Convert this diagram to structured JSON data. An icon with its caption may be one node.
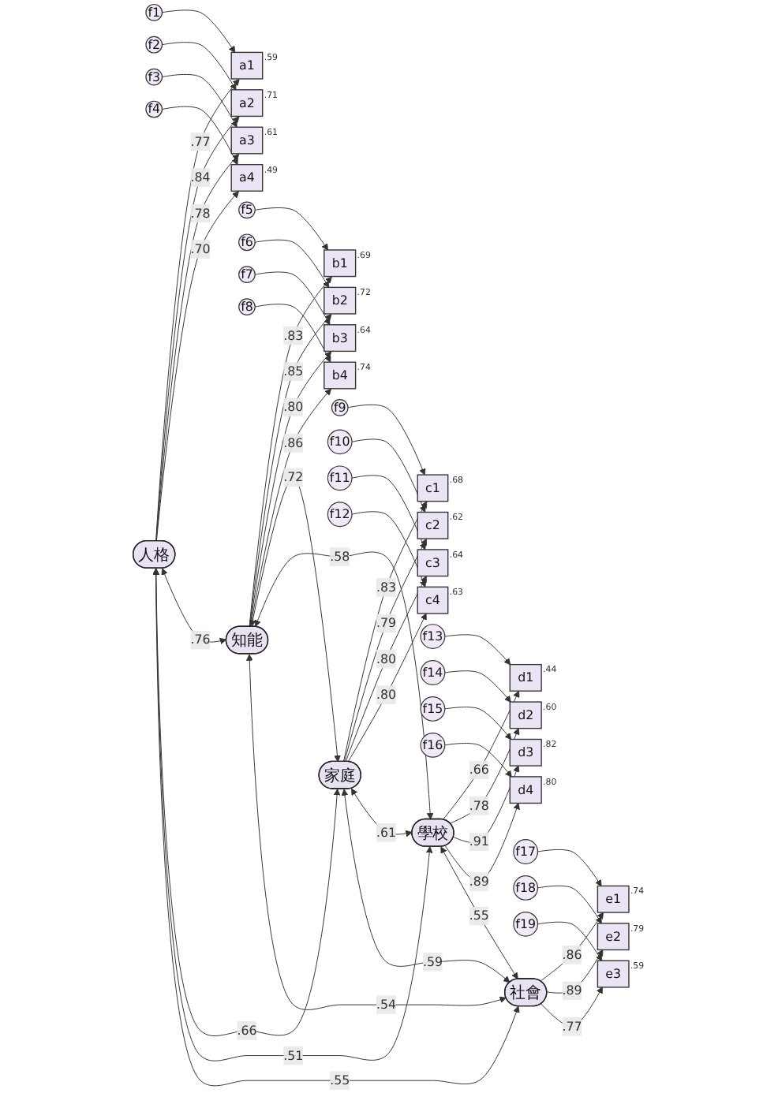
{
  "diagram": {
    "nodes": [
      {
        "text": [
          "f1"
        ]
      },
      {
        "text": [
          "a1"
        ],
        "beside": [
          ".59"
        ]
      },
      {
        "text": [
          "f2"
        ]
      },
      {
        "text": [
          "a2"
        ],
        "beside": [
          ".71"
        ]
      },
      {
        "text": [
          "f3"
        ]
      },
      {
        "text": [
          "a3"
        ],
        "beside": [
          ".61"
        ]
      },
      {
        "text": [
          "f4"
        ]
      },
      {
        "text": [
          "a4"
        ],
        "beside": [
          ".49"
        ]
      },
      {
        "text": [
          "人格"
        ]
      },
      {
        "text": [
          "f5"
        ]
      },
      {
        "text": [
          "b1"
        ],
        "beside": [
          ".69"
        ]
      },
      {
        "text": [
          "f6"
        ]
      },
      {
        "text": [
          "b2"
        ],
        "beside": [
          ".72"
        ]
      },
      {
        "text": [
          "f7"
        ]
      },
      {
        "text": [
          "b3"
        ],
        "beside": [
          ".64"
        ]
      },
      {
        "text": [
          "f8"
        ]
      },
      {
        "text": [
          "b4"
        ],
        "beside": [
          ".74"
        ]
      },
      {
        "text": [
          "知能"
        ]
      },
      {
        "text": [
          "f9"
        ]
      },
      {
        "text": [
          "c1"
        ],
        "beside": [
          ".68"
        ]
      },
      {
        "text": [
          "f10"
        ]
      },
      {
        "text": [
          "c2"
        ],
        "beside": [
          ".62"
        ]
      },
      {
        "text": [
          "f11"
        ]
      },
      {
        "text": [
          "c3"
        ],
        "beside": [
          ".64"
        ]
      },
      {
        "text": [
          "f12"
        ]
      },
      {
        "text": [
          "c4"
        ],
        "beside": [
          ".63"
        ]
      },
      {
        "text": [
          "家庭"
        ]
      },
      {
        "text": [
          "f13"
        ]
      },
      {
        "text": [
          "d1"
        ],
        "beside": [
          ".44"
        ]
      },
      {
        "text": [
          "f14"
        ]
      },
      {
        "text": [
          "d2"
        ],
        "beside": [
          ".60"
        ]
      },
      {
        "text": [
          "f15"
        ]
      },
      {
        "text": [
          "d3"
        ],
        "beside": [
          ".82"
        ]
      },
      {
        "text": [
          "f16"
        ]
      },
      {
        "text": [
          "d4"
        ],
        "beside": [
          ".80"
        ]
      },
      {
        "text": [
          "學校"
        ]
      },
      {
        "text": [
          "f17"
        ]
      },
      {
        "text": [
          "e1"
        ],
        "beside": [
          ".74"
        ]
      },
      {
        "text": [
          "f18"
        ]
      },
      {
        "text": [
          "e2"
        ],
        "beside": [
          ".79"
        ]
      },
      {
        "text": [
          "f19"
        ]
      },
      {
        "text": [
          "e3"
        ],
        "beside": [
          ".59"
        ]
      },
      {
        "text": [
          "社會"
        ]
      }
    ],
    "edges": [
      {
        "from": 0,
        "to": 1,
        "arrow": "to"
      },
      {
        "from": 2,
        "to": 3,
        "arrow": "to"
      },
      {
        "from": 4,
        "to": 5,
        "arrow": "to"
      },
      {
        "from": 6,
        "to": 7,
        "arrow": "to"
      },
      {
        "from": 8,
        "to": 1,
        "arrow": "to",
        "label": ".77"
      },
      {
        "from": 8,
        "to": 3,
        "arrow": "to",
        "label": ".84"
      },
      {
        "from": 8,
        "to": 5,
        "arrow": "to",
        "label": ".78"
      },
      {
        "from": 8,
        "to": 7,
        "arrow": "to",
        "label": ".70"
      },
      {
        "from": 9,
        "to": 10,
        "arrow": "to"
      },
      {
        "from": 11,
        "to": 12,
        "arrow": "to"
      },
      {
        "from": 13,
        "to": 14,
        "arrow": "to"
      },
      {
        "from": 15,
        "to": 16,
        "arrow": "to"
      },
      {
        "from": 17,
        "to": 10,
        "arrow": "to",
        "label": ".83"
      },
      {
        "from": 17,
        "to": 12,
        "arrow": "to",
        "label": ".85"
      },
      {
        "from": 17,
        "to": 14,
        "arrow": "to",
        "label": ".80"
      },
      {
        "from": 17,
        "to": 16,
        "arrow": "to",
        "label": ".86"
      },
      {
        "from": 18,
        "to": 19,
        "arrow": "to"
      },
      {
        "from": 20,
        "to": 21,
        "arrow": "to"
      },
      {
        "from": 22,
        "to": 23,
        "arrow": "to"
      },
      {
        "from": 24,
        "to": 25,
        "arrow": "to"
      },
      {
        "from": 26,
        "to": 19,
        "arrow": "to",
        "label": ".83"
      },
      {
        "from": 26,
        "to": 21,
        "arrow": "to",
        "label": ".79"
      },
      {
        "from": 26,
        "to": 23,
        "arrow": "to",
        "label": ".80"
      },
      {
        "from": 26,
        "to": 25,
        "arrow": "to",
        "label": ".80"
      },
      {
        "from": 27,
        "to": 28,
        "arrow": "to"
      },
      {
        "from": 29,
        "to": 30,
        "arrow": "to"
      },
      {
        "from": 31,
        "to": 32,
        "arrow": "to"
      },
      {
        "from": 33,
        "to": 34,
        "arrow": "to"
      },
      {
        "from": 35,
        "to": 28,
        "arrow": "to",
        "label": ".66"
      },
      {
        "from": 35,
        "to": 30,
        "arrow": "to",
        "label": ".78"
      },
      {
        "from": 35,
        "to": 32,
        "arrow": "to",
        "label": ".91"
      },
      {
        "from": 35,
        "to": 34,
        "arrow": "to",
        "label": ".89"
      },
      {
        "from": 36,
        "to": 37,
        "arrow": "to"
      },
      {
        "from": 38,
        "to": 39,
        "arrow": "to"
      },
      {
        "from": 40,
        "to": 41,
        "arrow": "to"
      },
      {
        "from": 42,
        "to": 37,
        "arrow": "to",
        "label": ".86"
      },
      {
        "from": 42,
        "to": 39,
        "arrow": "to",
        "label": ".89"
      },
      {
        "from": 42,
        "to": 41,
        "arrow": "to",
        "label": ".77"
      },
      {
        "from": 8,
        "to": 17,
        "arrow": "both",
        "label": ".76"
      },
      {
        "from": 8,
        "to": 26,
        "arrow": "both",
        "label": ".66"
      },
      {
        "from": 8,
        "to": 35,
        "arrow": "both",
        "label": ".51"
      },
      {
        "from": 8,
        "to": 42,
        "arrow": "both",
        "label": ".55"
      },
      {
        "from": 17,
        "to": 26,
        "arrow": "both",
        "label": ".72"
      },
      {
        "from": 17,
        "to": 35,
        "arrow": "both",
        "label": ".58"
      },
      {
        "from": 17,
        "to": 42,
        "arrow": "both",
        "label": ".54"
      },
      {
        "from": 26,
        "to": 35,
        "arrow": "both",
        "label": ".61"
      },
      {
        "from": 26,
        "to": 42,
        "arrow": "both",
        "label": ".59"
      },
      {
        "from": 35,
        "to": 42,
        "arrow": "both",
        "label": ".55"
      }
    ]
  }
}
